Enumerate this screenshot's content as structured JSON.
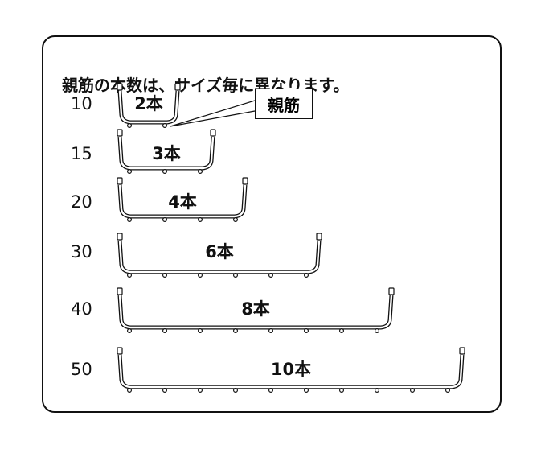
{
  "title": "親筋の本数は、サイズ毎に異なります。",
  "callout_label": "親筋",
  "rows": [
    {
      "size": "10",
      "count": 2,
      "count_label": "2本"
    },
    {
      "size": "15",
      "count": 3,
      "count_label": "3本"
    },
    {
      "size": "20",
      "count": 4,
      "count_label": "4本"
    },
    {
      "size": "30",
      "count": 6,
      "count_label": "6本"
    },
    {
      "size": "40",
      "count": 8,
      "count_label": "8本"
    },
    {
      "size": "50",
      "count": 10,
      "count_label": "10本"
    }
  ]
}
